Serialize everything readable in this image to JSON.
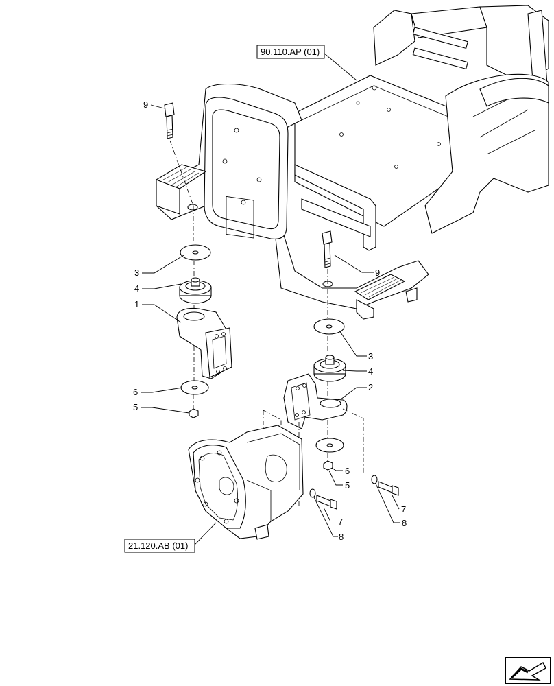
{
  "references": {
    "cab_frame": "90.110.AP (01)",
    "transmission": "21.120.AB (01)"
  },
  "callouts": {
    "c1": "1",
    "c2": "2",
    "c3a": "3",
    "c3b": "3",
    "c4a": "4",
    "c4b": "4",
    "c5a": "5",
    "c5b": "5",
    "c6a": "6",
    "c6b": "6",
    "c7a": "7",
    "c7b": "7",
    "c8a": "8",
    "c8b": "8",
    "c9a": "9",
    "c9b": "9"
  },
  "nav": {
    "icon": "arrow-icon"
  }
}
